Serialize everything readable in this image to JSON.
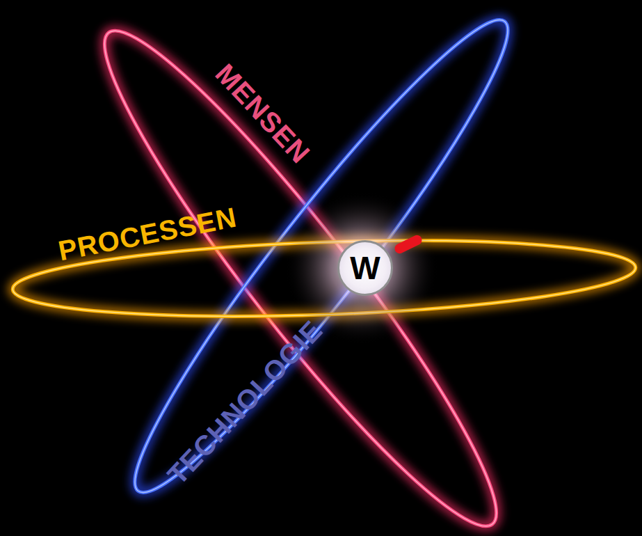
{
  "diagram": {
    "nodes": [
      {
        "text": [
          "W"
        ]
      }
    ],
    "labels": [
      "MENSEN",
      "PROCESSEN",
      "TECHNOLOGIE"
    ]
  }
}
